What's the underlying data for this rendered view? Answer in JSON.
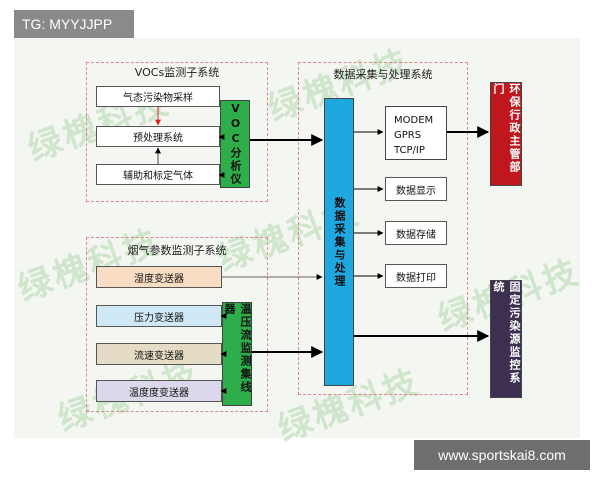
{
  "tags": {
    "top": "TG: MYYJJPP",
    "bottom": "www.sportskai8.com"
  },
  "watermark": "绿槐科技",
  "groups": {
    "voc": "VOCs监测子系统",
    "flue": "烟气参数监测子系统",
    "data": "数据采集与处理系统"
  },
  "voc_boxes": {
    "sampling": "气态污染物采样",
    "pretreat": "预处理系统",
    "aux_gas": "辅助和标定气体"
  },
  "voc_analyzer": "VOC分析仪",
  "flue_boxes": {
    "humidity": "湿度变送器",
    "pressure": "压力变送器",
    "flow": "流速变送器",
    "temperature": "温度度变送器"
  },
  "flue_collector": "温压流监测集线器",
  "processor": "数据采集与处理",
  "outputs": {
    "modem": [
      "MODEM",
      "GPRS",
      "TCP/IP"
    ],
    "display": "数据显示",
    "storage": "数据存储",
    "print": "数据打印"
  },
  "agencies": {
    "env": "环保行政主管部门",
    "fixed": "固定污染源监控系统"
  },
  "colors": {
    "analyzer": "#2eae4a",
    "processor": "#1fa7e0",
    "env": "#c0161d",
    "fixed": "#3c2f4f",
    "group_border": "#dd8888"
  }
}
